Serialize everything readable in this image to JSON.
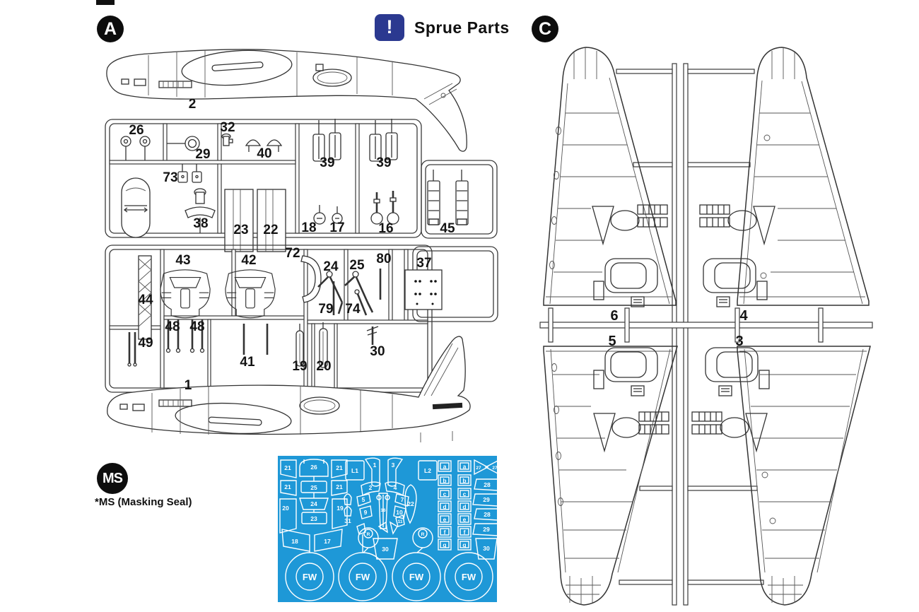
{
  "page": {
    "bg": "#ffffff",
    "line": "#2a2a2a"
  },
  "header": {
    "sprue_a_badge": "A",
    "note_icon": "!",
    "note_icon_bg": "#2B3990",
    "note_label": "Sprue Parts",
    "sprue_c_badge": "C"
  },
  "ms": {
    "badge": "MS",
    "caption": "*MS (Masking Seal)"
  },
  "sprue_a": {
    "labels": [
      "2",
      "26",
      "32",
      "29",
      "40",
      "39",
      "39",
      "73",
      "38",
      "23",
      "22",
      "18",
      "17",
      "16",
      "45",
      "43",
      "42",
      "72",
      "24",
      "25",
      "80",
      "37",
      "44",
      "79",
      "74",
      "48",
      "48",
      "49",
      "41",
      "19",
      "20",
      "30",
      "1"
    ]
  },
  "sprue_c": {
    "labels": [
      "6",
      "4",
      "5",
      "3"
    ]
  },
  "masking_seal": {
    "bg": "#1E98D7",
    "labels": [
      "21",
      "26",
      "21",
      "21",
      "25",
      "21",
      "20",
      "24",
      "19",
      "23",
      "18",
      "17",
      "L1",
      "1",
      "3",
      "2",
      "4",
      "5",
      "7",
      "9",
      "16",
      "10",
      "11",
      "31",
      "22",
      "L2",
      "R",
      "R",
      "30",
      "a",
      "a",
      "b",
      "b",
      "c",
      "c",
      "d",
      "d",
      "e",
      "e",
      "f",
      "f",
      "g",
      "g",
      "27",
      "27",
      "28",
      "29",
      "28",
      "29",
      "30",
      "FW",
      "FW",
      "FW",
      "FW"
    ]
  }
}
